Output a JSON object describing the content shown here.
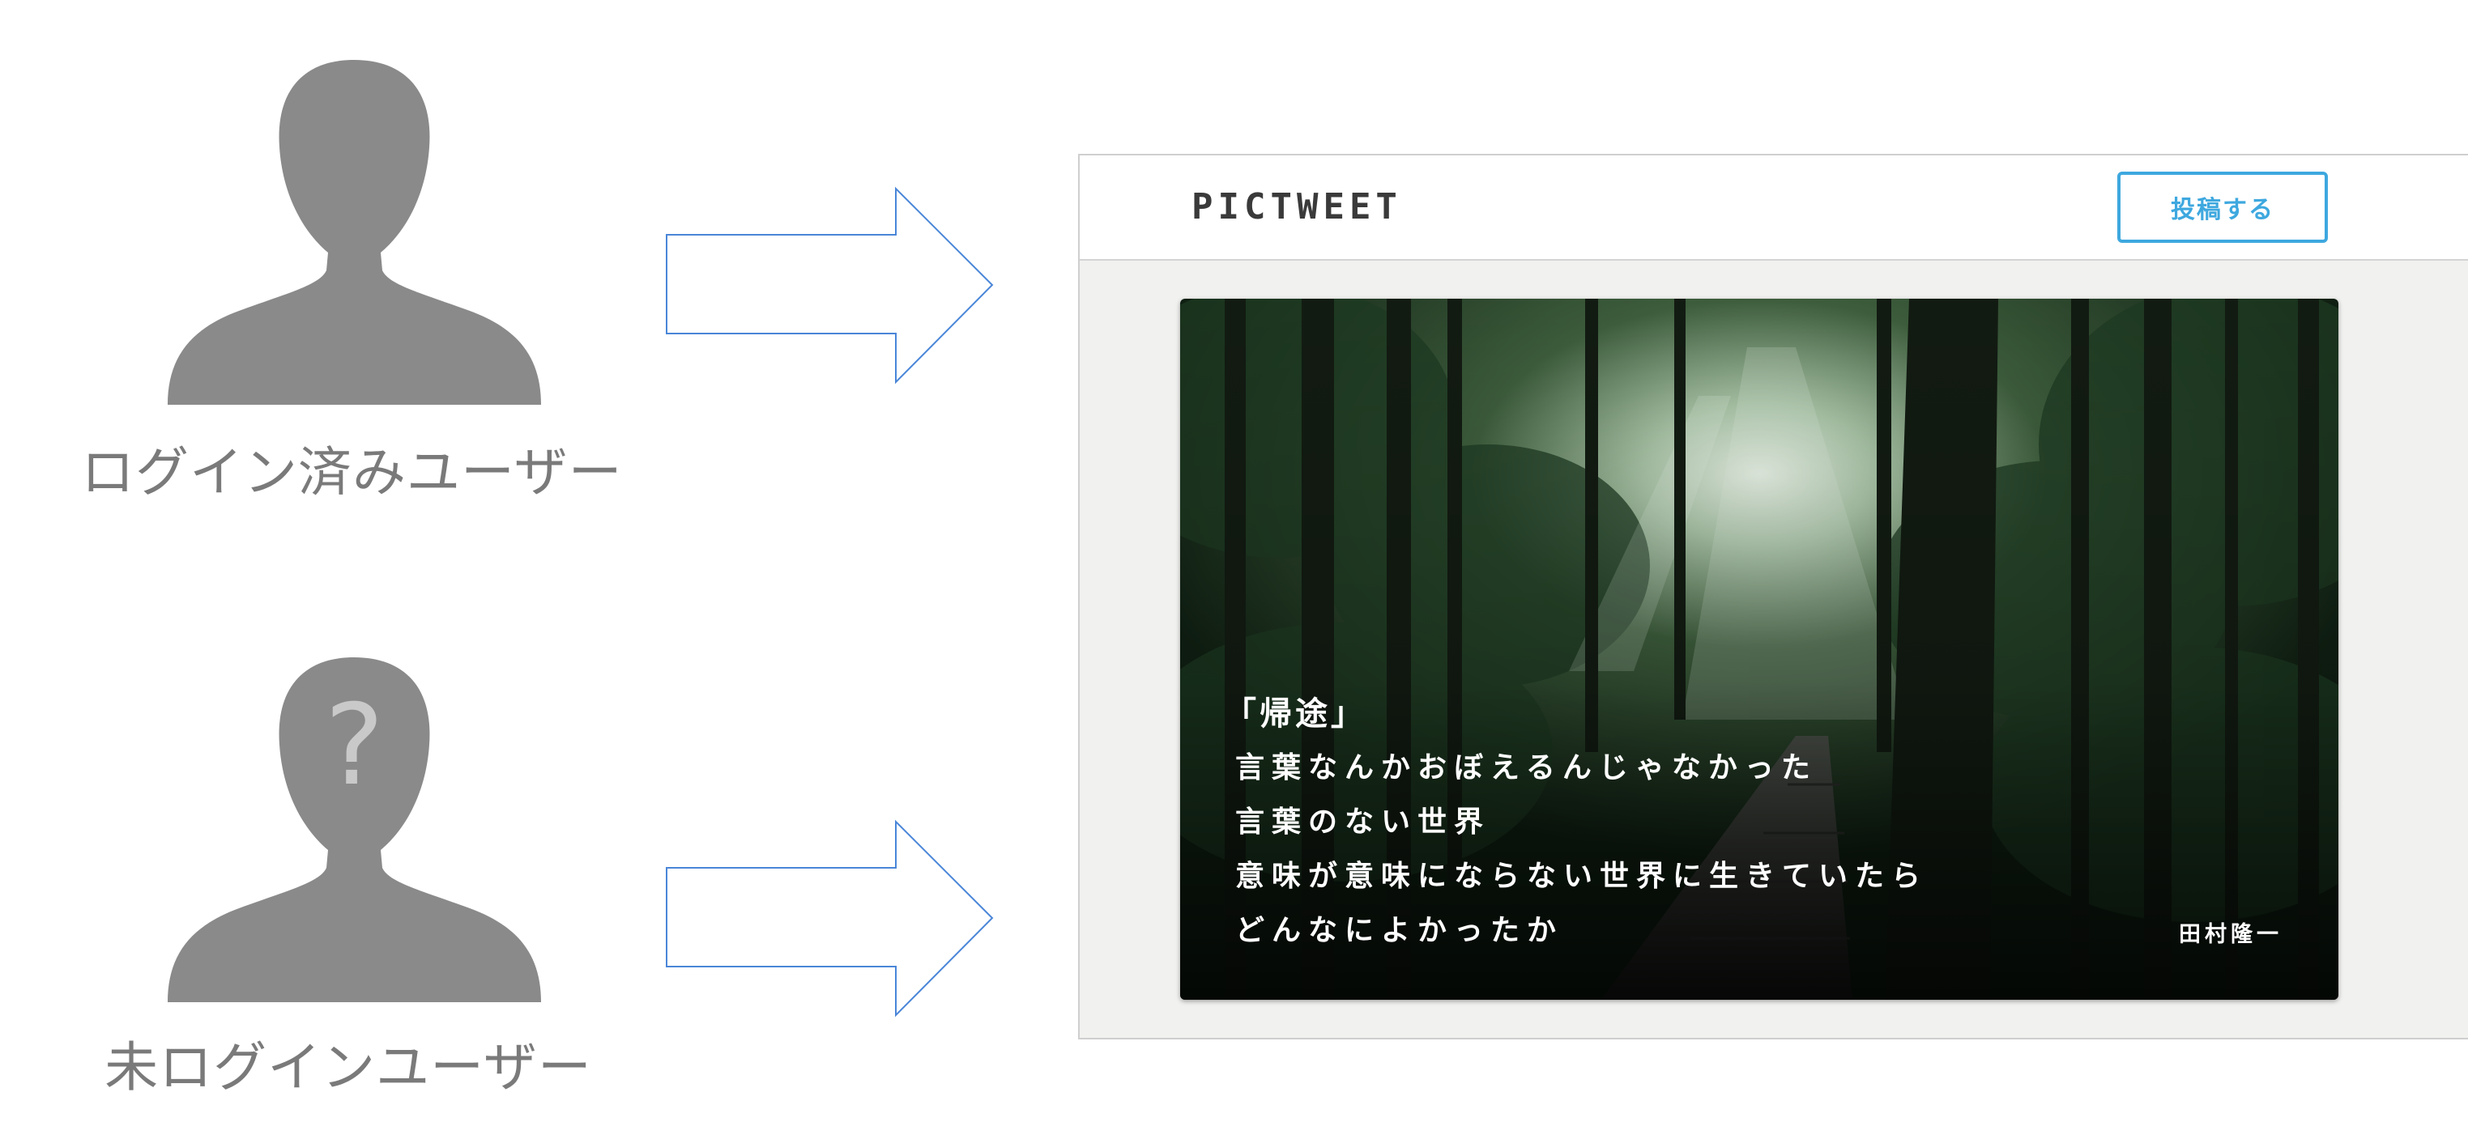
{
  "users": {
    "logged_in_label": "ログイン済みユーザー",
    "guest_label": "未ログインユーザー",
    "guest_mark": "?"
  },
  "app": {
    "logo": "PICTWEET",
    "post_button": "投稿する",
    "accent_color": "#3ea8df",
    "card": {
      "title": "「帰途」",
      "lines": [
        "言葉なんかおぼえるんじゃなかった",
        "言葉のない世界",
        "意味が意味にならない世界に生きていたら",
        "どんなによかったか"
      ],
      "author": "田村隆一",
      "image": "forest-path-photo"
    }
  },
  "colors": {
    "silhouette": "#8a8a8a",
    "arrow_stroke": "#4a86d8",
    "caption": "#7a7a7a"
  }
}
